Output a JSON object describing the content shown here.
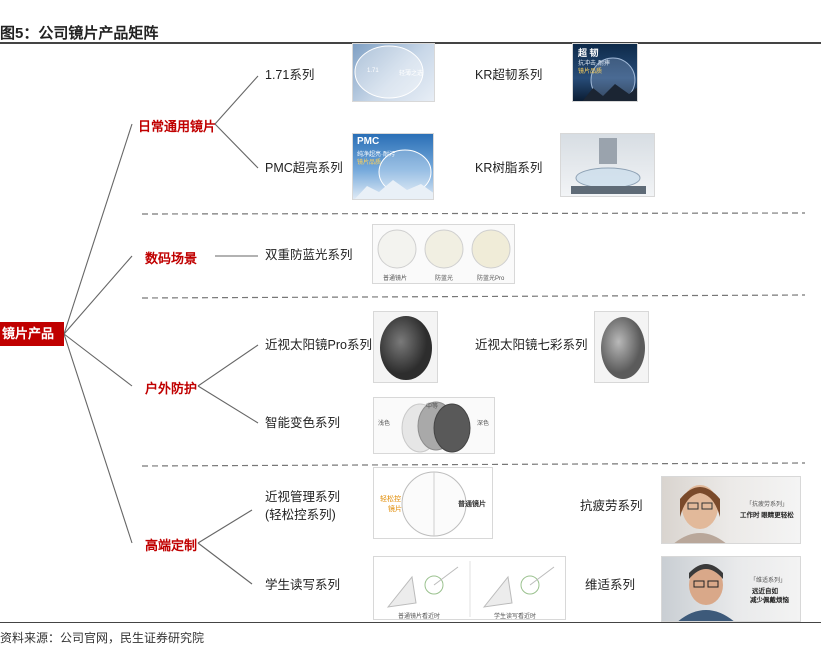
{
  "title": "图5：公司镜片产品矩阵",
  "source": "资料来源：公司官网，民生证券研究院",
  "root": "镜片产品",
  "categories": {
    "daily": {
      "label": "日常通用镜片",
      "items": [
        "1.71系列",
        "KR超韧系列",
        "PMC超亮系列",
        "KR树脂系列"
      ]
    },
    "digital": {
      "label": "数码场景",
      "items": [
        "双重防蓝光系列"
      ]
    },
    "outdoor": {
      "label": "户外防护",
      "items": [
        "近视太阳镜Pro系列",
        "近视太阳镜七彩系列",
        "智能变色系列"
      ]
    },
    "premium": {
      "label": "高端定制",
      "items": [
        "近视管理系列",
        "(轻松控系列)",
        "抗疲劳系列",
        "学生读写系列",
        "维适系列"
      ]
    }
  },
  "image_text": {
    "lens171": [
      "1.71",
      "轻薄之选"
    ],
    "kr_tough": [
      "超 韧",
      "抗冲击·耐摔",
      "镜片品质"
    ],
    "pmc": [
      "PMC",
      "纯净超亮·耐污",
      "镜片品质"
    ],
    "bluelight": [
      "普通镜片",
      "防蓝光",
      "防蓝光Pro"
    ],
    "photochromic": [
      "浅色",
      "中等",
      "深色"
    ],
    "myopia": [
      "轻松控",
      "镜片",
      "普通镜片"
    ],
    "antifatigue": [
      "「抗疲劳系列」",
      "工作时 眼睛更轻松"
    ],
    "weishi": [
      "「维适系列」",
      "远近自如",
      "减少佩戴烦恼"
    ],
    "student": [
      "普通镜片看近时",
      "学生读写看近时"
    ]
  }
}
